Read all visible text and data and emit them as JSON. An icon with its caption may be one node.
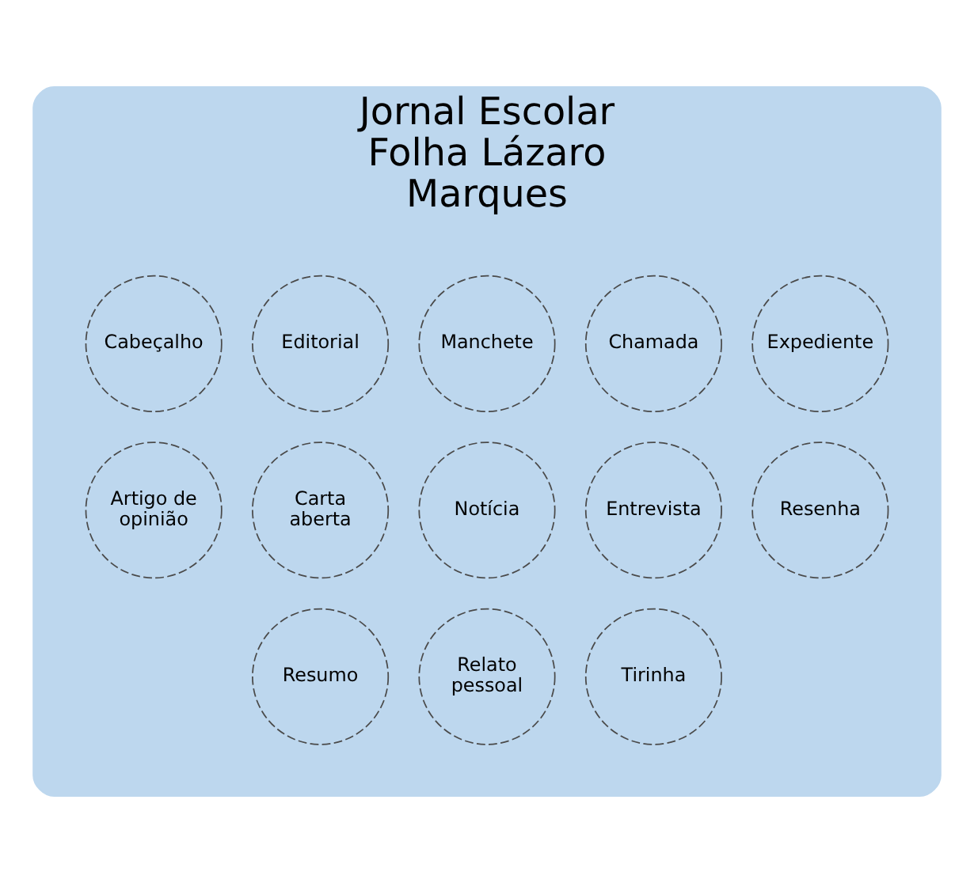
{
  "diagram": {
    "nodes": [
      {
        "text": [
          "Jornal Escolar Folha Lázaro Marques"
        ]
      },
      {
        "text": [
          "Cabeçalho"
        ],
        "in": 0
      },
      {
        "text": [
          "Editorial"
        ],
        "in": 0
      },
      {
        "text": [
          "Manchete"
        ],
        "in": 0
      },
      {
        "text": [
          "Chamada"
        ],
        "in": 0
      },
      {
        "text": [
          "Expediente"
        ],
        "in": 0
      },
      {
        "text": [
          "Artigo de opinião"
        ],
        "in": 0
      },
      {
        "text": [
          "Carta aberta"
        ],
        "in": 0
      },
      {
        "text": [
          "Notícia"
        ],
        "in": 0
      },
      {
        "text": [
          "Entrevista"
        ],
        "in": 0
      },
      {
        "text": [
          "Resenha"
        ],
        "in": 0
      },
      {
        "text": [
          "Resumo"
        ],
        "in": 0
      },
      {
        "text": [
          "Relato pessoal"
        ],
        "in": 0
      },
      {
        "text": [
          "Tirinha"
        ],
        "in": 0
      }
    ],
    "edges": []
  }
}
